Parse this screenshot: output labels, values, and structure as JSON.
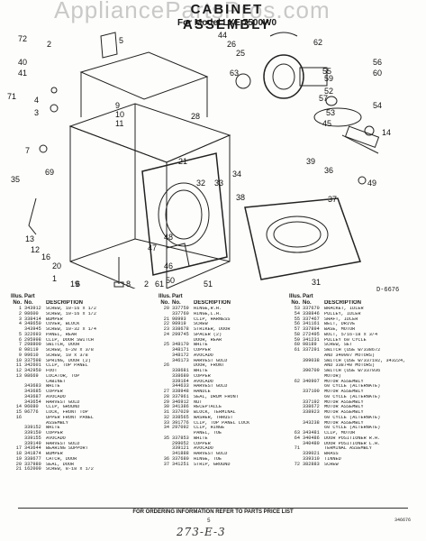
{
  "watermark": "AppliancePartsPros.com",
  "title": "CABINET ASSEMBLY",
  "subtitle": "For Model LXE 7500W0",
  "diagram_code": "D-6676",
  "callouts": [
    "72",
    "2",
    "5",
    "44",
    "26",
    "25",
    "40",
    "41",
    "71",
    "4",
    "3",
    "9",
    "10",
    "11",
    "28",
    "21",
    "32",
    "33",
    "34",
    "38",
    "36",
    "37",
    "39",
    "31",
    "49",
    "48",
    "47",
    "46",
    "50",
    "51",
    "61",
    "63",
    "62",
    "55",
    "56",
    "60",
    "59",
    "52",
    "57",
    "53",
    "45",
    "54",
    "14",
    "13",
    "12",
    "16",
    "20",
    "35",
    "69",
    "7",
    "19",
    "1",
    "8",
    "6",
    "2"
  ],
  "columns": [
    {
      "headers": {
        "ill_label": "Illus.",
        "ill_no": "No.",
        "part_label": "Part",
        "part_no": "No.",
        "desc": "DESCRIPTION"
      },
      "rows": [
        [
          "1",
          "343912",
          "SCREW, 10-16 x 1/2"
        ],
        [
          "2",
          "98600",
          "SCREW, 10-16 x 1/2"
        ],
        [
          "3",
          "338414",
          "BUMPER"
        ],
        [
          "4",
          "348650",
          "COVER, BLOCK"
        ],
        [
          "",
          "343945",
          "SCREW, 10-32 x 1/4"
        ],
        [
          "5",
          "322693",
          "PANEL, REAR"
        ],
        [
          "6",
          "295998",
          "CLIP, DOOR SWITCH"
        ],
        [
          "7",
          "298800",
          "SWITCH, DOOR"
        ],
        [
          "8",
          "98119",
          "SCREW, 6-20 x 3/8"
        ],
        [
          "9",
          "99610",
          "SCREW, 10 x 3/8"
        ],
        [
          "10",
          "337598",
          "SPRING, DOOR (2)"
        ],
        [
          "11",
          "342601",
          "CLIP, TOP PANEL"
        ],
        [
          "12",
          "342950",
          "FOOT"
        ],
        [
          "13",
          "98669",
          "LOCATOR, TOP"
        ],
        [
          "",
          "",
          "CABINET"
        ],
        [
          "",
          "343683",
          "WHITE"
        ],
        [
          "",
          "343685",
          "COPPER"
        ],
        [
          "",
          "343687",
          "AVOCADO"
        ],
        [
          "",
          "343654",
          "HARVEST GOLD"
        ],
        [
          "14",
          "96080",
          "CLIP, GROUND"
        ],
        [
          "15",
          "96776",
          "LOCK, FRONT TOP"
        ],
        [
          "16",
          "",
          "UPPER FRONT PANEL"
        ],
        [
          "",
          "",
          "ASSEMBLY"
        ],
        [
          "",
          "339152",
          "WHITE"
        ],
        [
          "",
          "339150",
          "COPPER"
        ],
        [
          "",
          "339155",
          "AVOCADO"
        ],
        [
          "",
          "339149",
          "HARVEST GOLD"
        ],
        [
          "17",
          "343644",
          "BEARING SUPPORT"
        ],
        [
          "18",
          "341874",
          "BUMPER"
        ],
        [
          "19",
          "338677",
          "CATCH, DOOR"
        ],
        [
          "20",
          "337980",
          "SEAL, DOOR"
        ],
        [
          "21",
          "162000",
          "SCREW, 8-18 x 1/2"
        ]
      ]
    },
    {
      "headers": {
        "ill_label": "Illus.",
        "ill_no": "No.",
        "part_label": "Part",
        "part_no": "No.",
        "desc": "DESCRIPTION"
      },
      "rows": [
        [
          "20",
          "337759",
          "HINGE,R.H."
        ],
        [
          "",
          "337760",
          "HINGE,L.H."
        ],
        [
          "21",
          "98993",
          "CLIP, HARNESS"
        ],
        [
          "22",
          "98919",
          "SCREW"
        ],
        [
          "23",
          "338678",
          "STRIKER, DOOR"
        ],
        [
          "24",
          "299745",
          "SPACER (2)"
        ],
        [
          "",
          "",
          "DOOR, REAR"
        ],
        [
          "25",
          "348170",
          "WHITE"
        ],
        [
          "",
          "348171",
          "COPPER"
        ],
        [
          "",
          "348172",
          "AVOCADO"
        ],
        [
          "",
          "346173",
          "HARVEST GOLD"
        ],
        [
          "26",
          "",
          "DOOR, FRONT"
        ],
        [
          "",
          "338681",
          "WHITE"
        ],
        [
          "",
          "338680",
          "COPPER"
        ],
        [
          "",
          "339164",
          "AVOCADO"
        ],
        [
          "",
          "344633",
          "HARVEST GOLD"
        ],
        [
          "27",
          "338948",
          "HANDLE"
        ],
        [
          "28",
          "337961",
          "SEAL, DRUM FRONT"
        ],
        [
          "29",
          "346912",
          "NUT"
        ],
        [
          "30",
          "341386",
          "RECEPTACLE"
        ],
        [
          "31",
          "337029",
          "BLOCK, TERMINAL"
        ],
        [
          "32",
          "338565",
          "WASHER, THRUST"
        ],
        [
          "33",
          "391776",
          "CLIP, TOP PANEL LOCK"
        ],
        [
          "34",
          "297092",
          "CLIP, HINGE"
        ],
        [
          "",
          "",
          "PANEL, TOE"
        ],
        [
          "35",
          "337853",
          "WHITE"
        ],
        [
          "",
          "299052",
          "COPPER"
        ],
        [
          "",
          "339121",
          "AVOCADO"
        ],
        [
          "",
          "341888",
          "HARVEST GOLD"
        ],
        [
          "36",
          "337680",
          "HINGE, TOE"
        ],
        [
          "37",
          "341251",
          "STRIP, GROUND"
        ]
      ]
    },
    {
      "headers": {
        "ill_label": "Illus.",
        "ill_no": "No.",
        "part_label": "Part",
        "part_no": "No.",
        "desc": "DESCRIPTION"
      },
      "rows": [
        [
          "53",
          "337670",
          "BRACKET, IDLER"
        ],
        [
          "54",
          "338846",
          "PULLEY, IDLER"
        ],
        [
          "55",
          "337467",
          "SHAFT, IDLER"
        ],
        [
          "56",
          "341161",
          "BELT, DRIVE"
        ],
        [
          "57",
          "337894",
          "BASE, MOTOR"
        ],
        [
          "58",
          "272495",
          "BOLT, 5/16-18 x 3/4"
        ],
        [
          "59",
          "341231",
          "PULLEY 60 CYCLE"
        ],
        [
          "60",
          "98189",
          "SCREW, SET"
        ],
        [
          "61",
          "337291",
          "SWITCH (USE W/338672"
        ],
        [
          "",
          "",
          "AND 340907 MOTORS)"
        ],
        [
          "",
          "399038",
          "SWITCH (USE W/337192, 343224,"
        ],
        [
          "",
          "",
          "AND 338740 MOTORS)"
        ],
        [
          "",
          "390709",
          "SWITCH (USE W/337936"
        ],
        [
          "",
          "",
          "MOTOR)"
        ],
        [
          "62",
          "340907",
          "MOTOR ASSEMBLY"
        ],
        [
          "",
          "",
          "60 CYCLE (ALTERNATE)"
        ],
        [
          "",
          "337100",
          "MOTOR ASSEMBLY"
        ],
        [
          "",
          "",
          "60 CYCLE (ALTERNATE)"
        ],
        [
          "",
          "337192",
          "MOTOR ASSEMBLY"
        ],
        [
          "",
          "338672",
          "MOTOR ASSEMBLY"
        ],
        [
          "",
          "338923",
          "MOTOR ASSEMBLY"
        ],
        [
          "",
          "",
          "60 CYCLE (ALTERNATE)"
        ],
        [
          "",
          "343238",
          "MOTOR ASSEMBLY"
        ],
        [
          "",
          "",
          "60 CYCLE (ALTERNATE)"
        ],
        [
          "63",
          "343481",
          "CLIP, MOTOR"
        ],
        [
          "64",
          "340486",
          "DOOR POSITIONER R.H."
        ],
        [
          "",
          "340480",
          "DOOR POSITIONER L.H."
        ],
        [
          "71",
          "",
          "TERMINAL ASSEMBLY"
        ],
        [
          "",
          "339021",
          "BRASS"
        ],
        [
          "",
          "339310",
          "TINNED"
        ],
        [
          "72",
          "382883",
          "SCREW"
        ]
      ]
    }
  ],
  "footer": "FOR ORDERING INFORMATION REFER TO PARTS PRICE LIST",
  "page_number": "5",
  "doc_number": "346676",
  "handwritten": "273-E-3"
}
